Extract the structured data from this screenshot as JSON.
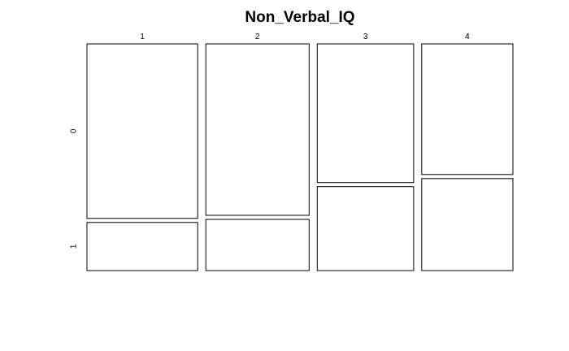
{
  "chart_data": {
    "type": "mosaic",
    "title": "Non_Verbal_IQ",
    "x_categories": [
      "1",
      "2",
      "3",
      "4"
    ],
    "y_categories": [
      "0",
      "1"
    ],
    "column_shares": [
      0.255,
      0.238,
      0.222,
      0.21
    ],
    "cells": [
      {
        "x": "1",
        "counts": {
          "0": 0.784,
          "1": 0.216
        }
      },
      {
        "x": "2",
        "counts": {
          "0": 0.77,
          "1": 0.23
        }
      },
      {
        "x": "3",
        "counts": {
          "0": 0.623,
          "1": 0.377
        }
      },
      {
        "x": "4",
        "counts": {
          "0": 0.587,
          "1": 0.413
        }
      }
    ],
    "colors": {
      "tile_fill": "#ffffff",
      "tile_stroke": "#000000"
    }
  }
}
